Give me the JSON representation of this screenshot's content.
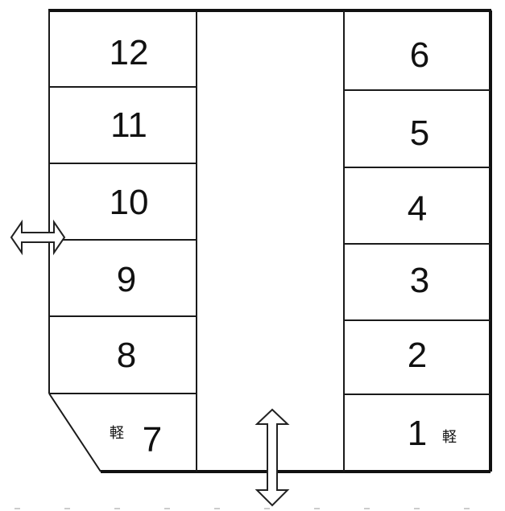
{
  "left_spaces": [
    {
      "number": "12",
      "kei_mark": ""
    },
    {
      "number": "11",
      "kei_mark": ""
    },
    {
      "number": "10",
      "kei_mark": ""
    },
    {
      "number": "9",
      "kei_mark": ""
    },
    {
      "number": "8",
      "kei_mark": ""
    },
    {
      "number": "7",
      "kei_mark": "軽"
    }
  ],
  "right_spaces": [
    {
      "number": "6",
      "kei_mark": ""
    },
    {
      "number": "5",
      "kei_mark": ""
    },
    {
      "number": "4",
      "kei_mark": ""
    },
    {
      "number": "3",
      "kei_mark": ""
    },
    {
      "number": "2",
      "kei_mark": ""
    },
    {
      "number": "1",
      "kei_mark": "軽"
    }
  ],
  "arrows": [
    {
      "direction": "horizontal",
      "meaning": "side-entrance"
    },
    {
      "direction": "vertical",
      "meaning": "main-entrance"
    }
  ]
}
